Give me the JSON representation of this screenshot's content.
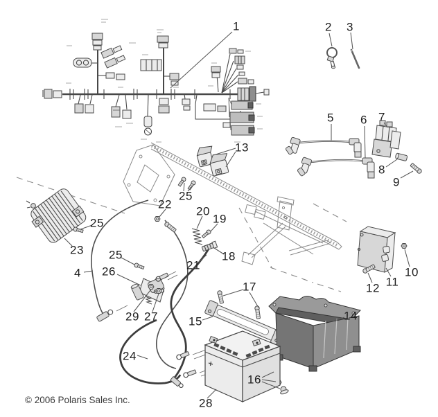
{
  "diagram": {
    "type": "parts-exploded-diagram",
    "subject": "electrical-system",
    "copyright": "© 2006 Polaris Sales Inc.",
    "colors": {
      "background": "#ffffff",
      "line": "#4a4a4a",
      "callout_text": "#1d1d1d"
    },
    "callouts": [
      {
        "label": "1",
        "part": "main-wiring-harness"
      },
      {
        "label": "2",
        "part": "clamp"
      },
      {
        "label": "3",
        "part": "tie-rod"
      },
      {
        "label": "4",
        "part": "cable-assembly"
      },
      {
        "label": "5",
        "part": "spark-plug-wire"
      },
      {
        "label": "6",
        "part": "spark-plug-wire"
      },
      {
        "label": "7",
        "part": "ignition-coil"
      },
      {
        "label": "8",
        "part": "spacer"
      },
      {
        "label": "9",
        "part": "bolt"
      },
      {
        "label": "10",
        "part": "nut"
      },
      {
        "label": "11",
        "part": "cdi-module"
      },
      {
        "label": "12",
        "part": "bolt"
      },
      {
        "label": "13",
        "part": "relays"
      },
      {
        "label": "14",
        "part": "battery-box"
      },
      {
        "label": "15",
        "part": "battery-hold-down"
      },
      {
        "label": "16",
        "part": "fastener-set"
      },
      {
        "label": "17",
        "part": "bolts"
      },
      {
        "label": "18",
        "part": "stud"
      },
      {
        "label": "19",
        "part": "screw"
      },
      {
        "label": "20",
        "part": "spring"
      },
      {
        "label": "21",
        "part": "starter-cable"
      },
      {
        "label": "22",
        "part": "bolt-and-nut"
      },
      {
        "label": "23",
        "part": "voltage-regulator"
      },
      {
        "label": "24",
        "part": "battery-cable"
      },
      {
        "label": "25",
        "part": "screw"
      },
      {
        "label": "25",
        "part": "screw"
      },
      {
        "label": "25",
        "part": "screw"
      },
      {
        "label": "26",
        "part": "starter-solenoid"
      },
      {
        "label": "27",
        "part": "nut"
      },
      {
        "label": "28",
        "part": "battery"
      },
      {
        "label": "29",
        "part": "nut"
      }
    ]
  }
}
